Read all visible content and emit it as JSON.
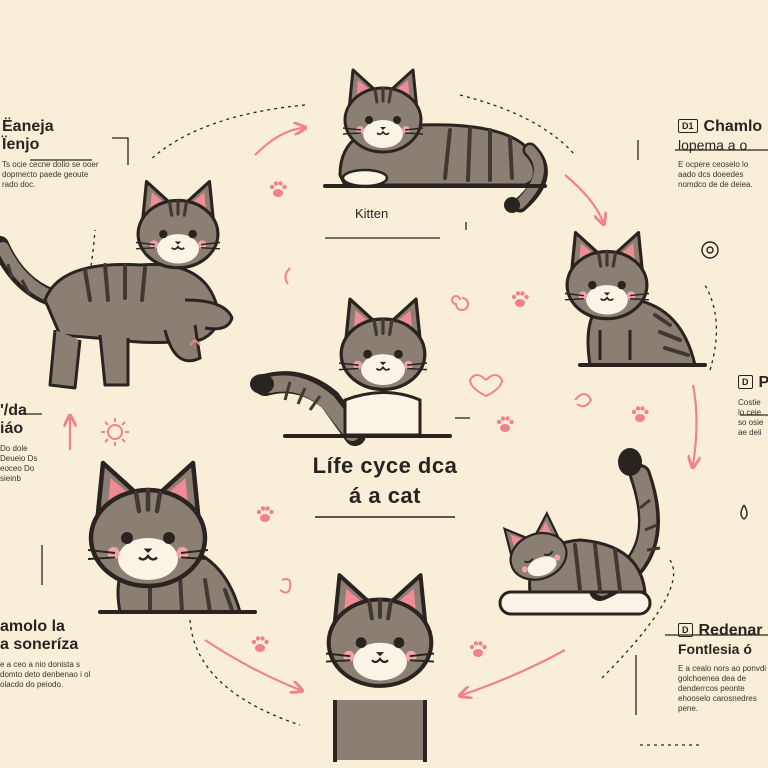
{
  "title": {
    "line1": "Lífe cyce dca",
    "line2": "á a cat"
  },
  "kitten_label": "Kitten",
  "labels": {
    "top_left": {
      "head1": "Ëaneja",
      "head2": "Ïenjo",
      "body": "Ts ocie cecne dolio se ooer dopmecto paede geoute rado doc."
    },
    "mid_left": {
      "head1": "'/da",
      "head2": "iáo",
      "body": "Do dole Deueio Ds eoceo Do sieinb"
    },
    "bottom_left": {
      "head1": "amolo la",
      "head2": "a soneríza",
      "body": "e a ceo a nio donista s domto deto denbenao i ol olacdo do peiodo."
    },
    "top_right": {
      "badge": "D1",
      "head1": "Chamlo",
      "head2": "lopema a o",
      "body": "E ocpere ceoselo lo aado dcs doeedes nomdco de de deiea."
    },
    "mid_right": {
      "badge": "D",
      "head1": "Pep",
      "body": "Costie lo ceie so osie ae deii"
    },
    "bottom_right": {
      "badge": "D",
      "head1": "Redenar",
      "head2": "Fontlesia ó",
      "body": "E a cealo nors ao ponvdi golchoenea dea de denderrcos peonte ehooselo carosnedres pene."
    }
  },
  "colors": {
    "background": "#f9efd8",
    "cat_grey": "#8a7f72",
    "cat_stripe": "#3f3833",
    "outline": "#2a2420",
    "ear_pink": "#f08a95",
    "arrow_pink": "#f2828a",
    "cheek": "#f5a3a8"
  },
  "icons": [
    "paw-print-icon",
    "swirl-icon",
    "heart-icon",
    "sun-icon",
    "drop-icon",
    "gear-icon"
  ]
}
